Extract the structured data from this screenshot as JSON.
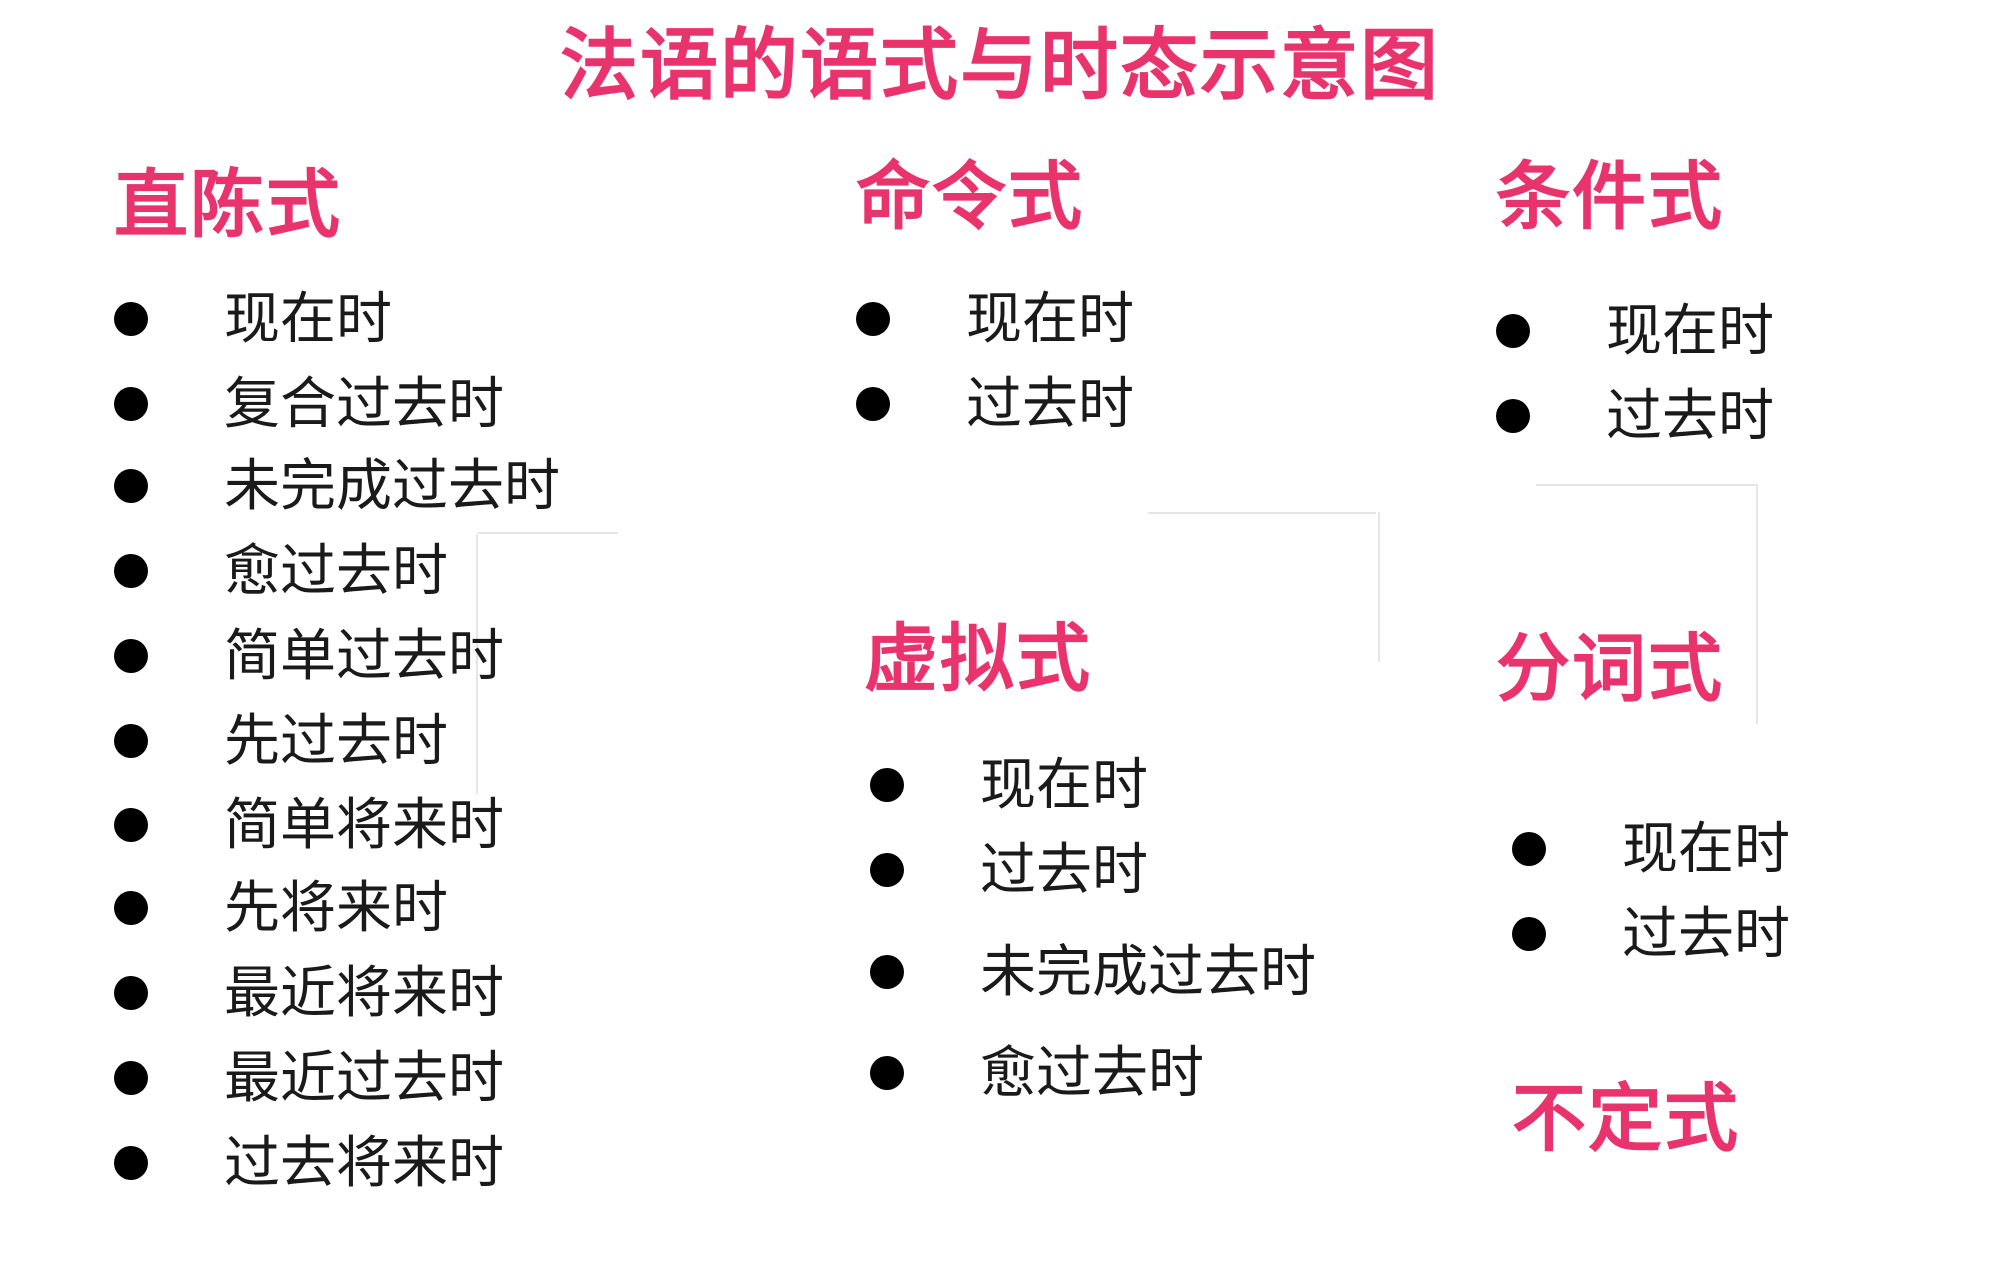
{
  "title": "法语的语式与时态示意图",
  "colors": {
    "heading": "#e8336d",
    "text": "#1a1a1a",
    "bullet": "#000000"
  },
  "moods": {
    "indicative": {
      "label": "直陈式",
      "tenses": [
        "现在时",
        "复合过去时",
        "未完成过去时",
        "愈过去时",
        "简单过去时",
        "先过去时",
        "简单将来时",
        "先将来时",
        "最近将来时",
        "最近过去时",
        "过去将来时"
      ]
    },
    "imperative": {
      "label": "命令式",
      "tenses": [
        "现在时",
        "过去时"
      ]
    },
    "conditional": {
      "label": "条件式",
      "tenses": [
        "现在时",
        "过去时"
      ]
    },
    "subjunctive": {
      "label": "虚拟式",
      "tenses": [
        "现在时",
        "过去时",
        "未完成过去时",
        "愈过去时"
      ]
    },
    "participle": {
      "label": "分词式",
      "tenses": [
        "现在时",
        "过去时"
      ]
    },
    "infinitive": {
      "label": "不定式"
    }
  }
}
